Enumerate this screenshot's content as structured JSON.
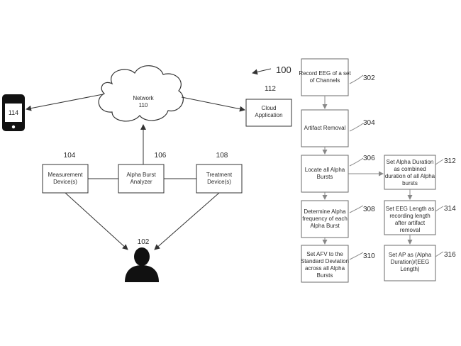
{
  "figure": {
    "ref_100": "100",
    "network": {
      "label": "Network",
      "ref": "110"
    },
    "phone": {
      "ref": "114"
    },
    "cloud": {
      "ref": "112",
      "line1": "Cloud",
      "line2": "Application"
    },
    "measurement": {
      "ref": "104",
      "line1": "Measurement",
      "line2": "Device(s)"
    },
    "analyzer": {
      "ref": "106",
      "line1": "Alpha Burst",
      "line2": "Analyzer"
    },
    "treatment": {
      "ref": "108",
      "line1": "Treatment",
      "line2": "Device(s)"
    },
    "person": {
      "ref": "102"
    }
  },
  "flow": {
    "s302": {
      "ref": "302",
      "line1": "Record EEG of a set",
      "line2": "of Channels"
    },
    "s304": {
      "ref": "304",
      "line1": "Artifact Removal"
    },
    "s306": {
      "ref": "306",
      "line1": "Locate all Alpha",
      "line2": "Bursts"
    },
    "s308": {
      "ref": "308",
      "line1": "Determine Alpha",
      "line2": "frequency of each",
      "line3": "Alpha Burst"
    },
    "s310": {
      "ref": "310",
      "line1": "Set AFV to the",
      "line2": "Standard Deviation",
      "line3": "across all Alpha",
      "line4": "Bursts"
    },
    "s312": {
      "ref": "312",
      "line1": "Set Alpha Duration",
      "line2": "as combined",
      "line3": "duration of all Alpha",
      "line4": "bursts"
    },
    "s314": {
      "ref": "314",
      "line1": "Set EEG Length as",
      "line2": "recording length",
      "line3": "after artifact",
      "line4": "removal"
    },
    "s316": {
      "ref": "316",
      "line1": "Set AP as (Alpha",
      "line2": "Duration)/(EEG",
      "line3": "Length)"
    }
  },
  "colors": {
    "stroke": "#333333",
    "flow_stroke": "#6b6b6b",
    "fill_dark": "#111111"
  }
}
